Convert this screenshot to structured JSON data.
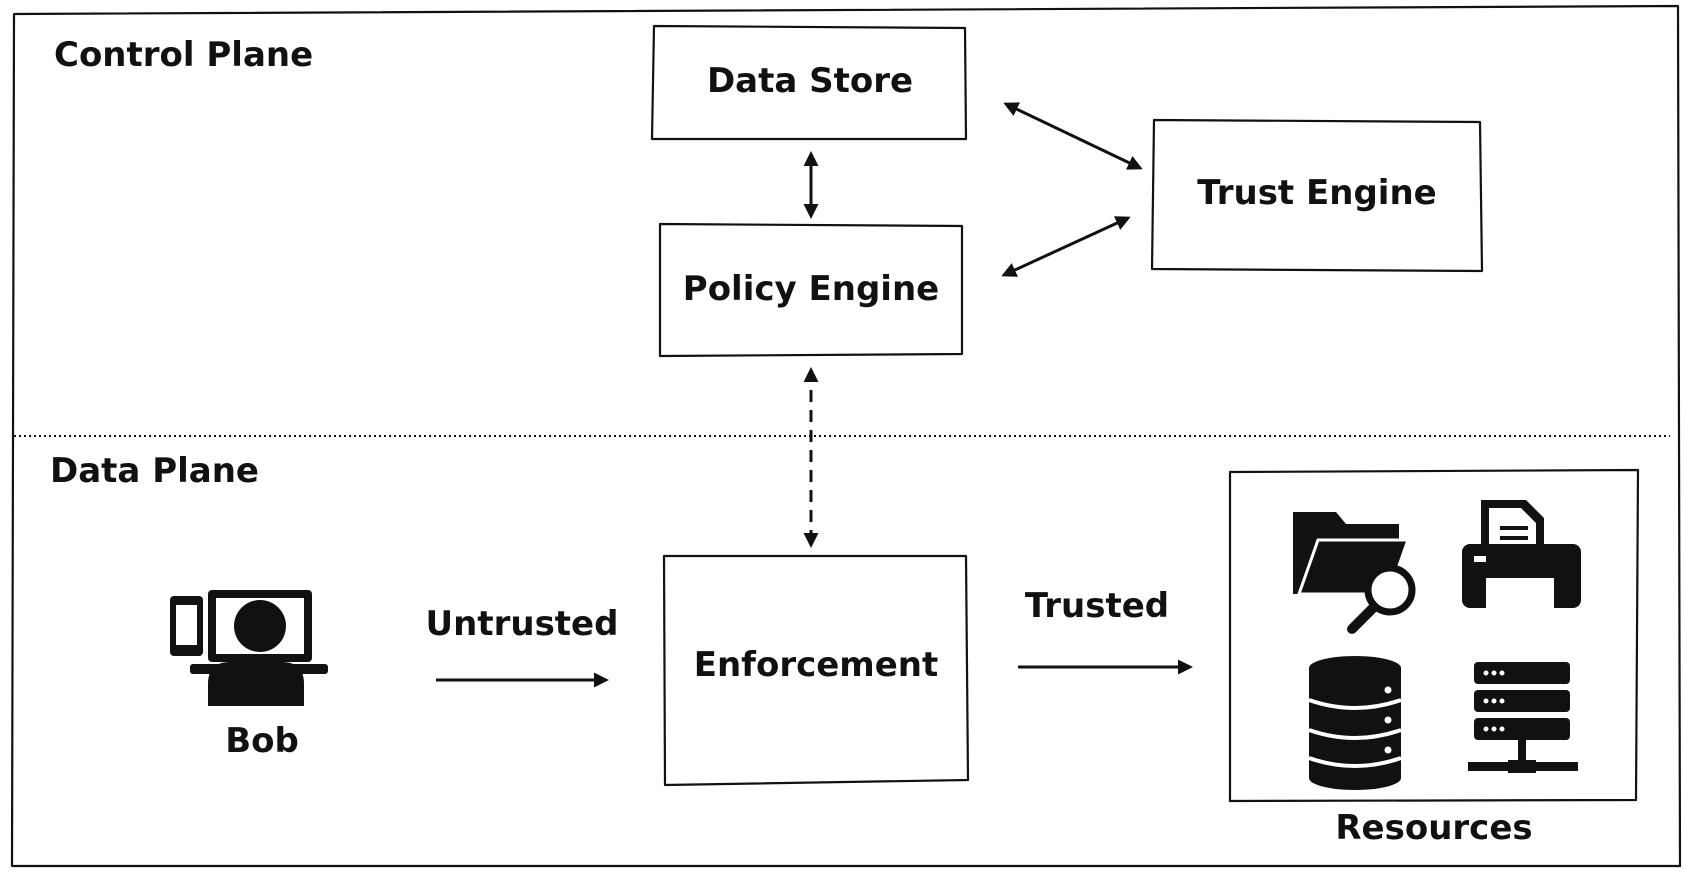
{
  "planes": {
    "control": "Control Plane",
    "data": "Data Plane"
  },
  "nodes": {
    "data_store": "Data Store",
    "trust_engine": "Trust Engine",
    "policy_engine": "Policy Engine",
    "enforcement": "Enforcement",
    "bob": "Bob",
    "resources": "Resources"
  },
  "edges": {
    "untrusted": "Untrusted",
    "trusted": "Trusted"
  },
  "icons": [
    "user-at-computer-icon",
    "folder-search-icon",
    "printer-icon",
    "database-icon",
    "server-rack-icon"
  ],
  "colors": {
    "ink": "#111111",
    "background": "#ffffff"
  }
}
